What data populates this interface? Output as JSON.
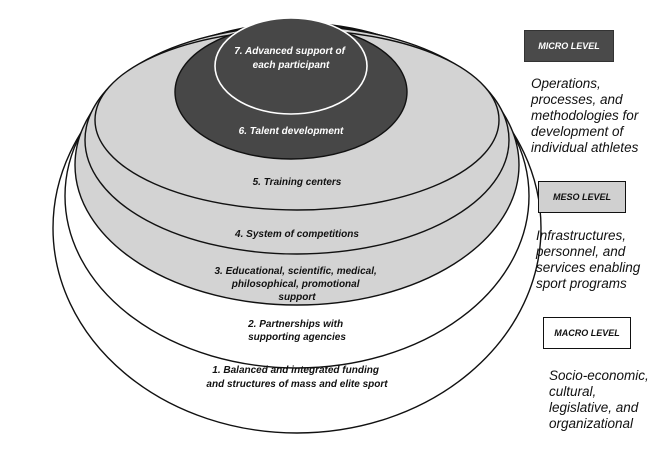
{
  "levels": [
    {
      "id": "micro",
      "label": "MICRO LEVEL",
      "description": [
        "Operations,",
        "processes, and",
        "methodologies for",
        "development of",
        "individual athletes"
      ]
    },
    {
      "id": "meso",
      "label": "MESO LEVEL",
      "description": [
        "Infrastructures,",
        "personnel, and",
        "services enabling",
        "sport programs"
      ]
    },
    {
      "id": "macro",
      "label": "MACRO LEVEL",
      "description": [
        "Socio-economic,",
        "cultural,",
        "legislative, and",
        "organizational"
      ]
    }
  ],
  "rings": [
    {
      "level": 1,
      "lines": [
        "1. Balanced and integrated funding",
        "and structures of mass and elite sport"
      ],
      "fill": "#ffffff"
    },
    {
      "level": 2,
      "lines": [
        "2. Partnerships with",
        "supporting agencies"
      ],
      "fill": "#ffffff"
    },
    {
      "level": 3,
      "lines": [
        "3. Educational, scientific, medical,",
        "philosophical, promotional",
        "support"
      ],
      "fill": "#d3d3d3"
    },
    {
      "level": 4,
      "lines": [
        "4. System of competitions"
      ],
      "fill": "#d3d3d3"
    },
    {
      "level": 5,
      "lines": [
        "5. Training centers"
      ],
      "fill": "#d3d3d3"
    },
    {
      "level": 6,
      "lines": [
        "6. Talent development"
      ],
      "fill": "#474747"
    },
    {
      "level": 7,
      "lines": [
        "7. Advanced support of",
        "each participant"
      ],
      "fill": "#474747"
    }
  ],
  "colors": {
    "micro_box": "#4a4a4a",
    "meso_box": "#d0d0d0",
    "macro_box": "#ffffff"
  }
}
